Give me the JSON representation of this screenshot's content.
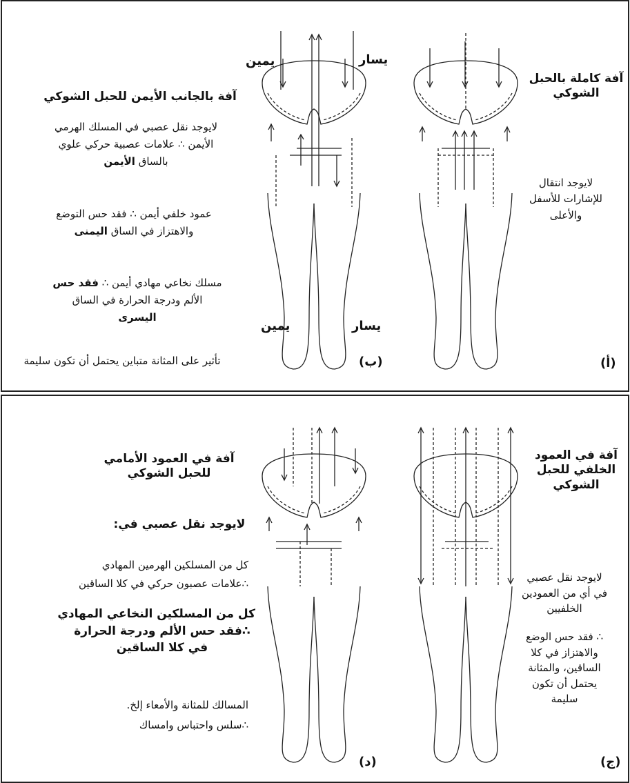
{
  "top": {
    "labels": {
      "yamin_top": "يمين",
      "yasar_top": "يسار",
      "yamin_bottom": "يمين",
      "yasar_bottom": "يسار"
    },
    "a": {
      "letter": "(أ)",
      "title_l1": "آفة كاملة بالحبل",
      "title_l2": "الشوكي",
      "desc_l1": "لايوجد انتقال",
      "desc_l2": "للإشارات للأسفل",
      "desc_l3": "والأعلى"
    },
    "b": {
      "letter": "(ب)",
      "title": "آفة بالجانب الأيمن للحبل الشوكي",
      "p1_l1": "لايوجد نقل عصبي في المسلك الهرمي",
      "p1_l2": "الأيمن ∴ علامات عصبية حركي علوي",
      "p1_l3a": "بالساق",
      "p1_l3b": "الأيمن",
      "p2_l1": "عمود خلفي أيمن ∴ فقد حس التوضع",
      "p2_l2a": "والاهتزاز في الساق",
      "p2_l2b": "اليمنى",
      "p3_l1a": "مسلك نخاعي مهادي أيمن ∴",
      "p3_l1b": "فقد حس",
      "p3_l2": "الألم ودرجة الحرارة في الساق",
      "p3_l3": "اليسرى",
      "bladder": "تأثير على المثانة متباين يحتمل أن تكون سليمة"
    }
  },
  "bottom": {
    "c": {
      "letter": "(ج)",
      "title_l1": "آفة في العمود",
      "title_l2": "الخلفي للحبل",
      "title_l3": "الشوكي",
      "d1_l1": "لايوجد نقل عصبي",
      "d1_l2": "في أي من العمودين",
      "d1_l3": "الخلفيين",
      "d2_l1": "∴ فقد حس الوضع",
      "d2_l2": "والاهتزاز في كلا",
      "d2_l3": "الساقين، والمثانة",
      "d2_l4": "يحتمل أن تكون",
      "d2_l5": "سليمة"
    },
    "d": {
      "letter": "(د)",
      "title_l1": "آفة في العمود  الأمامي",
      "title_l2": "للحبل الشوكي",
      "sub": "لايوجد نقل عصبي في:",
      "p1_l1": "كل من المسلكين الهرمين المهادي",
      "p1_l2": "∴علامات عصبون حركي في كلا الساقين",
      "p2_l1": "كل من المسلكين النخاعي المهادي",
      "p2_l2": "∴فقد حس الألم ودرجة الحرارة",
      "p2_l3": "في كلا الساقين",
      "p3_l1": "المسالك للمثانة والأمعاء إلخ.",
      "p3_l2": "∴سلس واحتباس وامساك"
    }
  }
}
